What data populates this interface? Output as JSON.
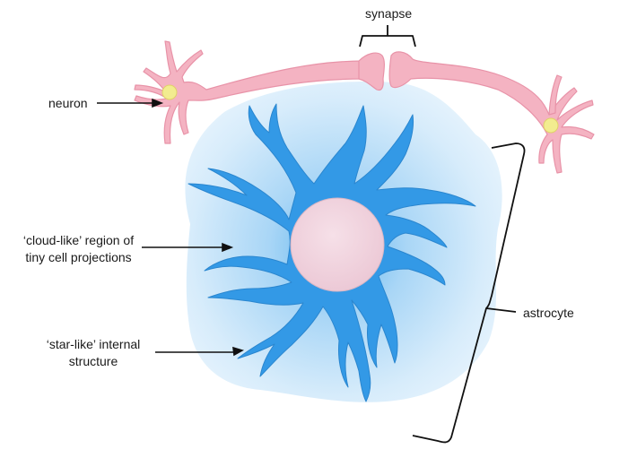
{
  "labels": {
    "synapse": "synapse",
    "neuron": "neuron",
    "cloud_line1": "‘cloud-like’ region of",
    "cloud_line2": "tiny cell projections",
    "star_line1": "‘star-like’ internal",
    "star_line2": "structure",
    "astrocyte": "astrocyte"
  },
  "colors": {
    "astro_arms": "#3399e6",
    "astro_cloud": "#c8e6fa",
    "nucleus": "#f0d4de",
    "neuron": "#f4b3c2",
    "neuron_nucleus": "#f2ec8f",
    "lines": "#111111"
  }
}
